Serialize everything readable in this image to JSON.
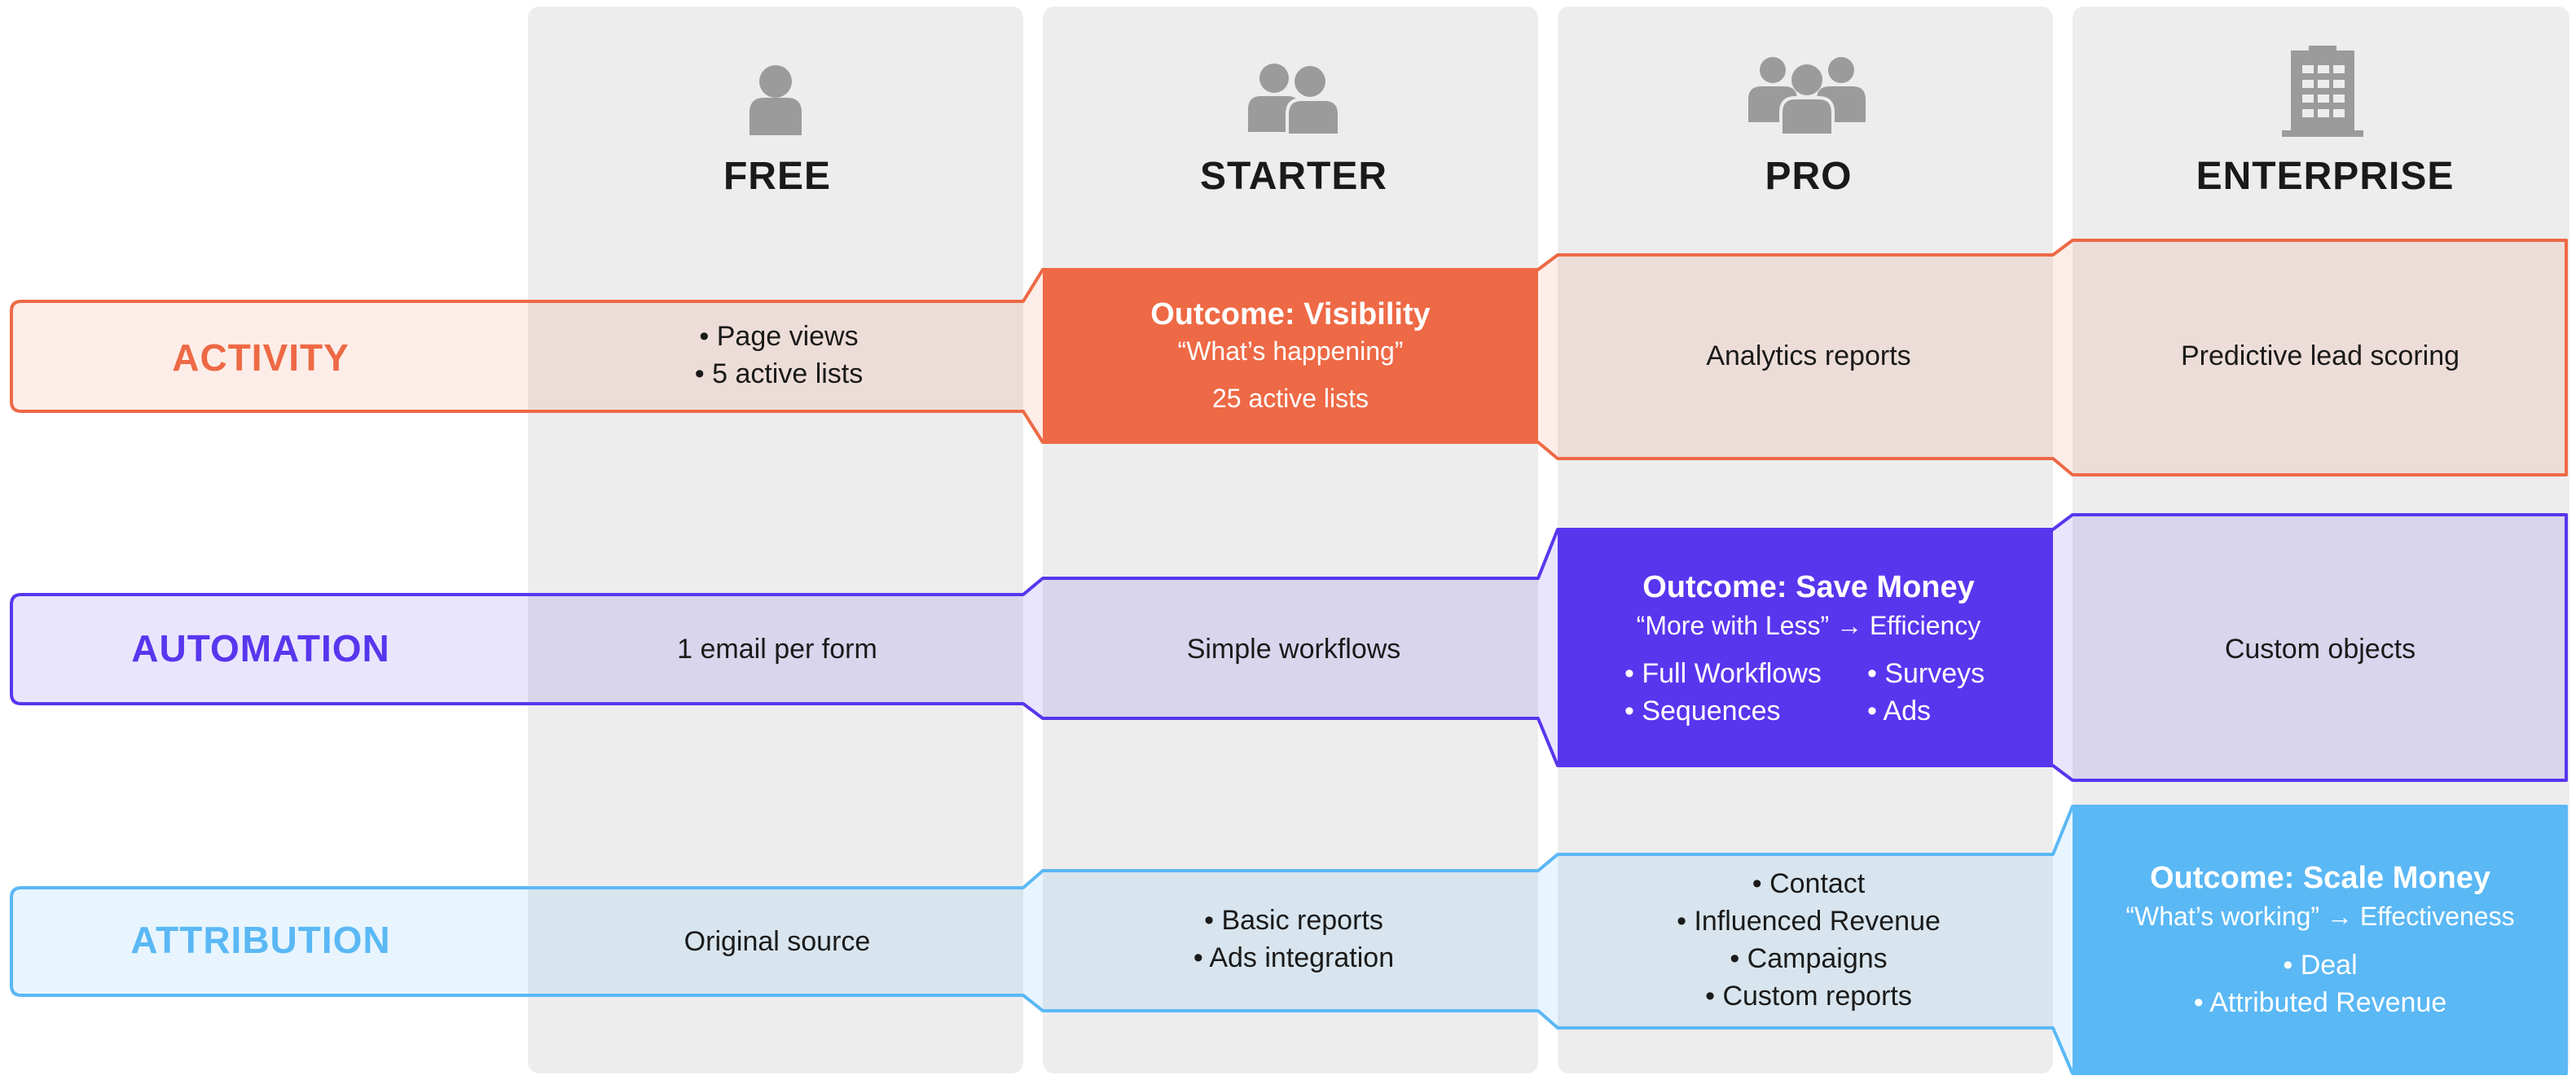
{
  "tiers": [
    {
      "name": "FREE",
      "icon": "person-icon"
    },
    {
      "name": "STARTER",
      "icon": "two-people-icon"
    },
    {
      "name": "PRO",
      "icon": "three-people-icon"
    },
    {
      "name": "ENTERPRISE",
      "icon": "building-icon"
    }
  ],
  "colors": {
    "column_bg": "#ededed",
    "activity": "#ee6945",
    "automation": "#5836ee",
    "attribution": "#5ab8f5"
  },
  "rows": {
    "activity": {
      "label": "ACTIVITY",
      "free": [
        "• Page views",
        "• 5 active lists"
      ],
      "starter_outcome": {
        "title": "Outcome: Visibility",
        "subtitle": "“What’s happening”",
        "detail": "25 active lists"
      },
      "pro": "Analytics reports",
      "enterprise": "Predictive lead scoring"
    },
    "automation": {
      "label": "AUTOMATION",
      "free": "1 email per form",
      "starter": "Simple workflows",
      "pro_outcome": {
        "title": "Outcome: Save Money",
        "subtitle": "“More with Less” → Efficiency",
        "items": [
          "• Full Workflows",
          "• Surveys",
          "• Sequences",
          "• Ads"
        ]
      },
      "enterprise": "Custom objects"
    },
    "attribution": {
      "label": "ATTRIBUTION",
      "free": "Original source",
      "starter": [
        "• Basic reports",
        "• Ads integration"
      ],
      "pro": [
        "• Contact",
        "• Influenced Revenue",
        "• Campaigns",
        "• Custom reports"
      ],
      "enterprise_outcome": {
        "title": "Outcome: Scale Money",
        "subtitle": "“What’s working” → Effectiveness",
        "items": [
          "• Deal",
          "• Attributed Revenue"
        ]
      }
    }
  }
}
